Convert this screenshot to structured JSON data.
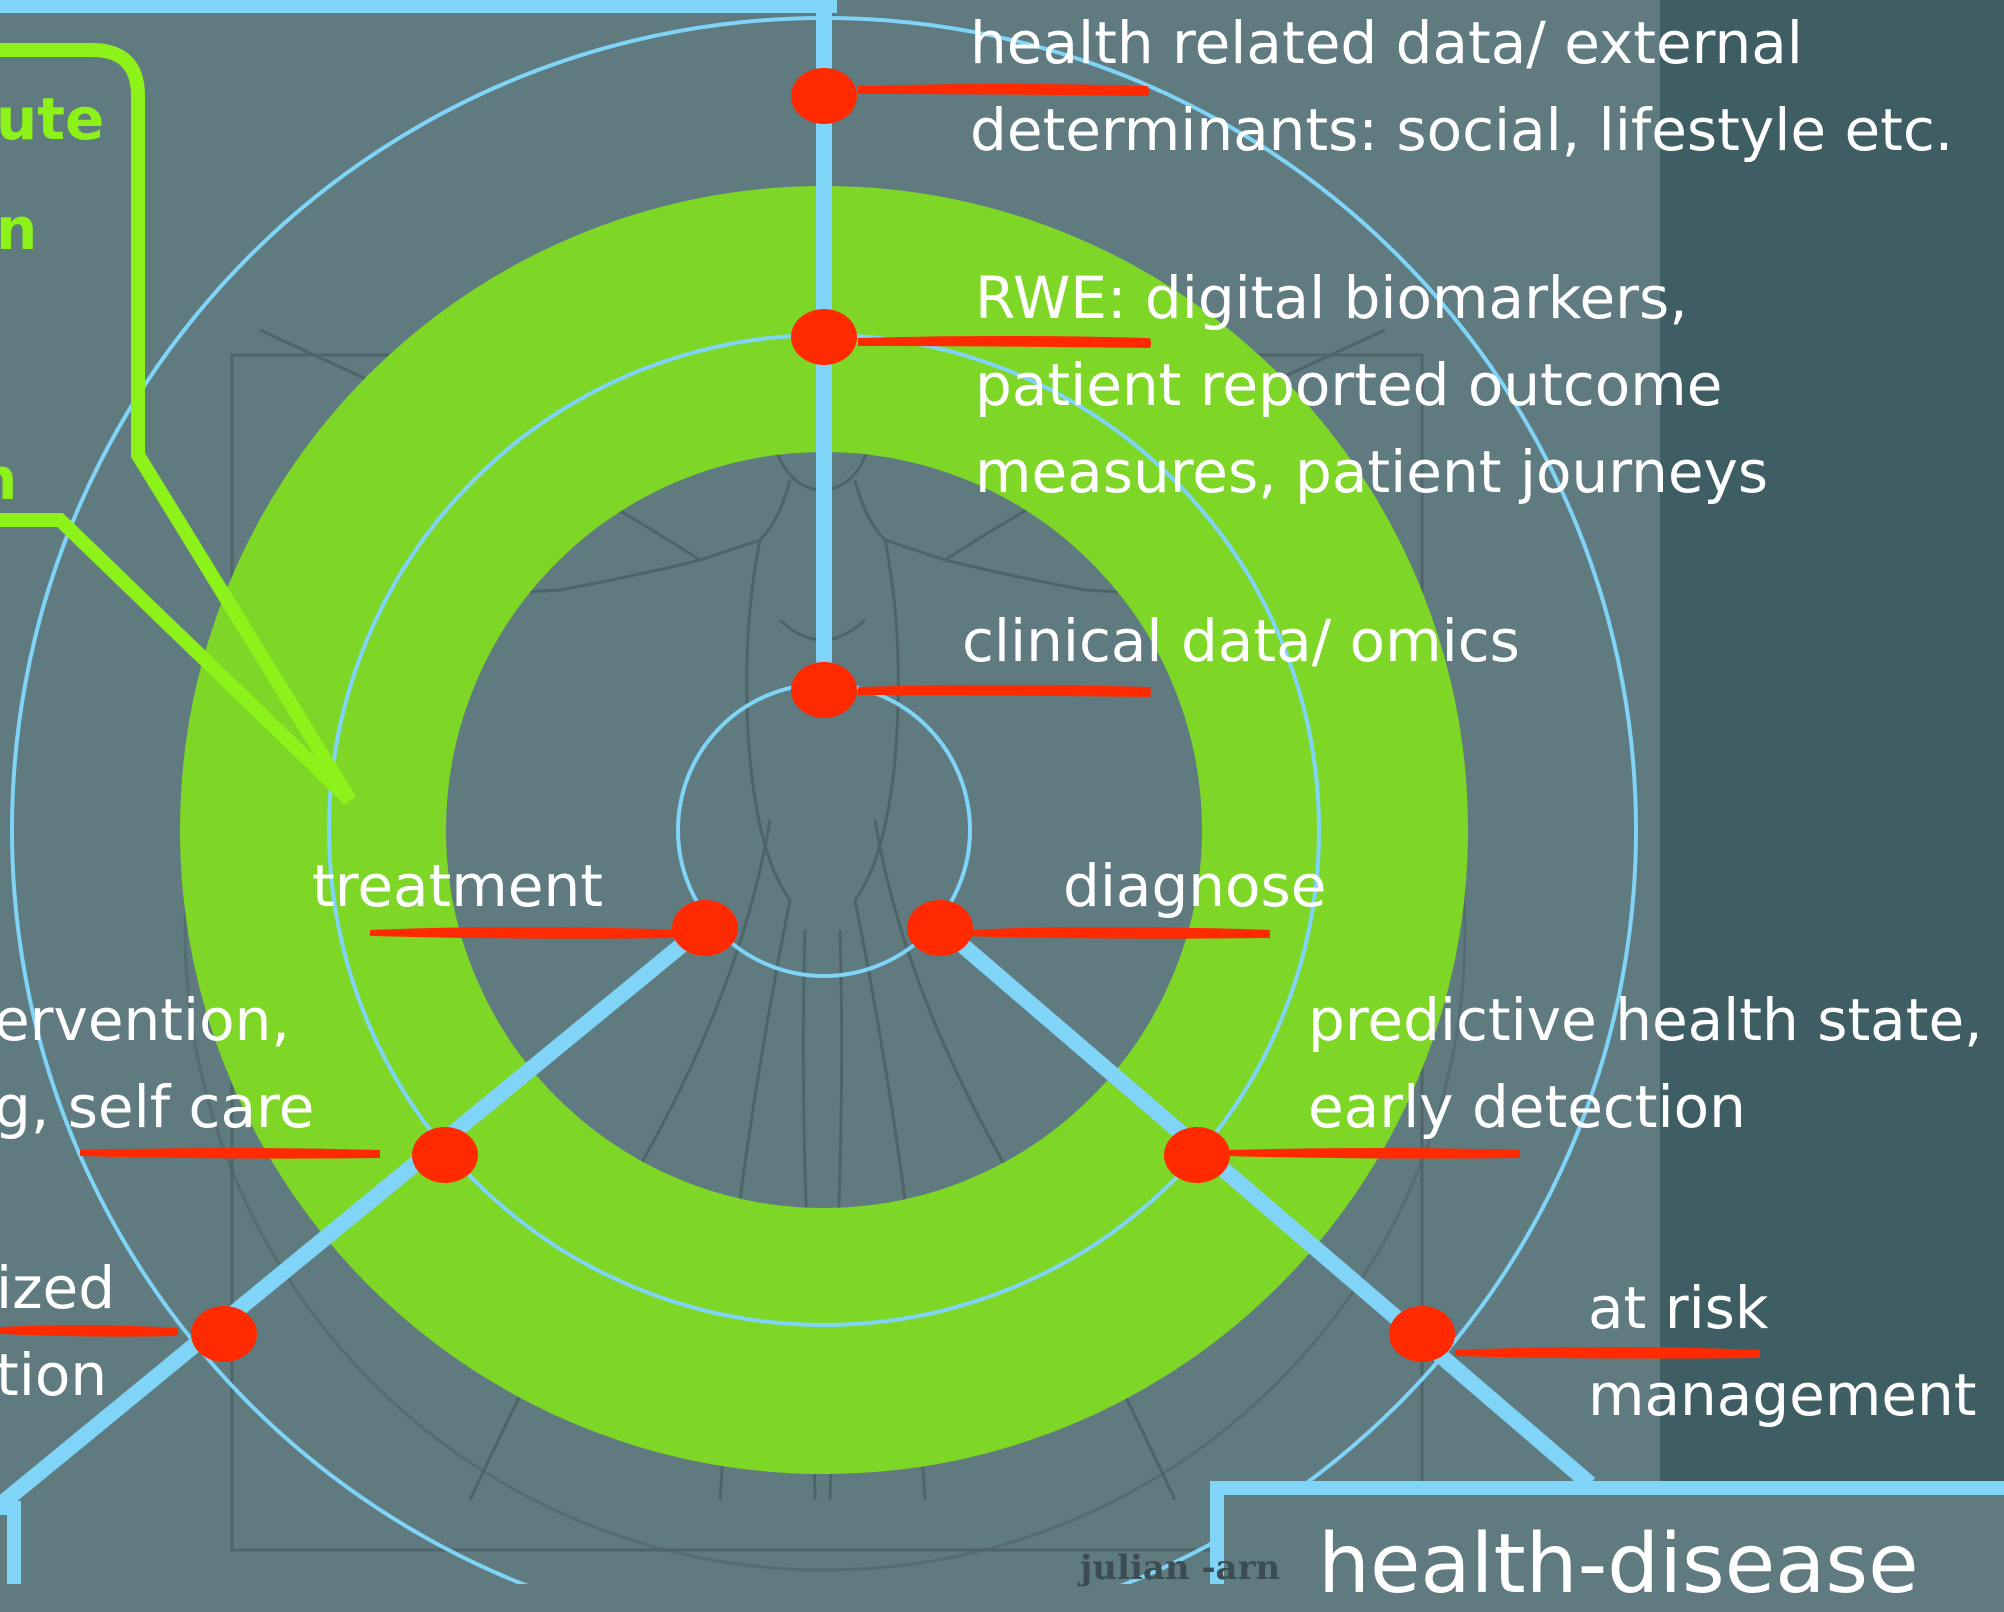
{
  "colors": {
    "background": "#5f7b80",
    "right_panel": "#3e5e63",
    "ring_green": "#7ed627",
    "callout_green": "#8cf21a",
    "axis_blue": "#7fd4f7",
    "node_red": "#ff2a00"
  },
  "background_image": "vitruvian-man-sketch",
  "callout": {
    "lines": [
      "ute",
      "n",
      "n"
    ]
  },
  "labels": {
    "external": [
      "health related data/ external",
      "determinants: social, lifestyle etc."
    ],
    "rwe": [
      "RWE: digital biomarkers,",
      "patient reported outcome",
      "measures, patient journeys"
    ],
    "clinical": [
      "clinical data/ omics"
    ],
    "treatment": [
      "treatment"
    ],
    "diagnose": [
      "diagnose"
    ],
    "intervention": [
      "ervention,",
      "g, self care"
    ],
    "personalized": [
      "ized",
      "tion"
    ],
    "predictive": [
      "predictive health state,",
      "early detection"
    ],
    "at_risk": [
      "at risk",
      "management"
    ]
  },
  "frame_title": "health-disease",
  "signature": "julian  -arn"
}
